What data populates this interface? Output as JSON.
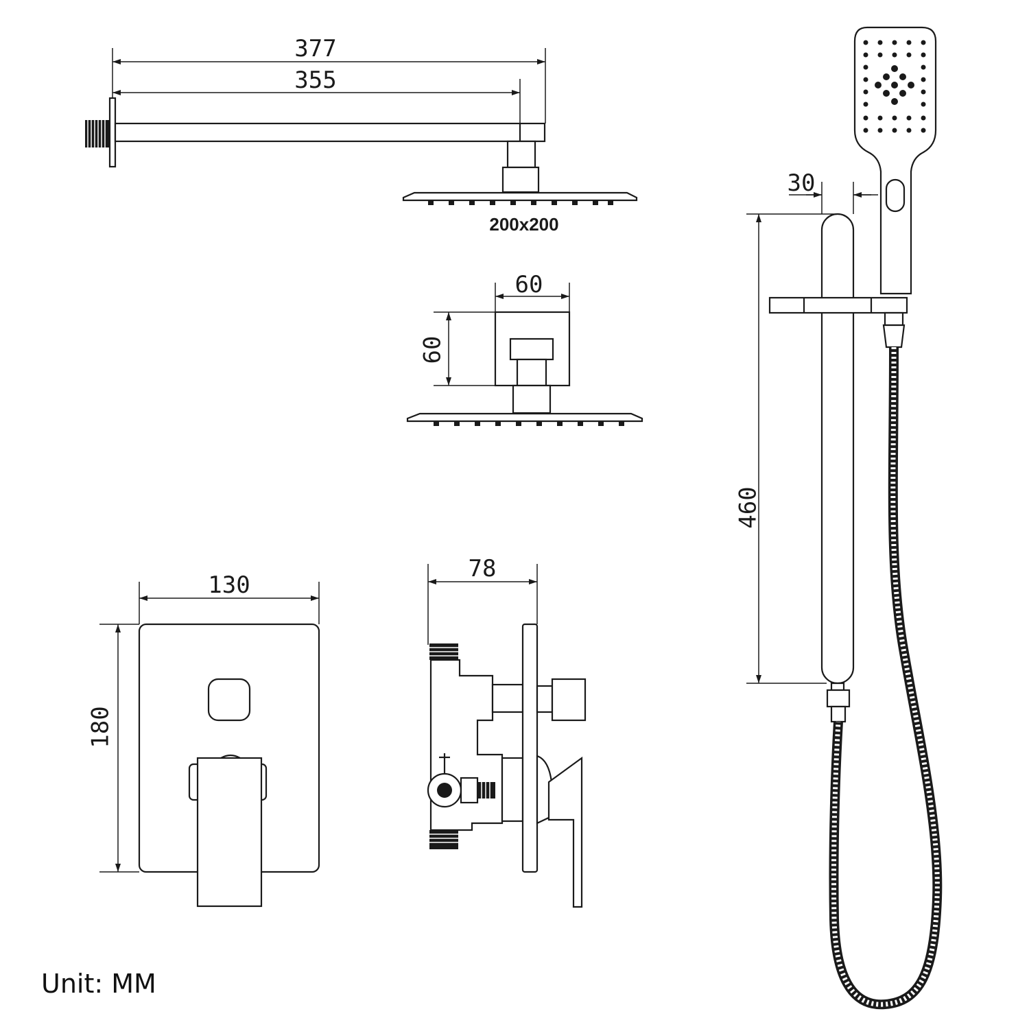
{
  "dimensions": {
    "arm_length_total": "377",
    "arm_length_inner": "355",
    "rain_head_size": "200x200",
    "ceiling_mount_width": "60",
    "ceiling_mount_height": "60",
    "valve_plate_width": "130",
    "valve_plate_height": "180",
    "valve_depth": "78",
    "slide_bar_height": "460",
    "slide_bar_offset": "30"
  },
  "unit_label": "Unit: MM",
  "colors": {
    "line": "#1a1a1a",
    "background": "#ffffff"
  }
}
